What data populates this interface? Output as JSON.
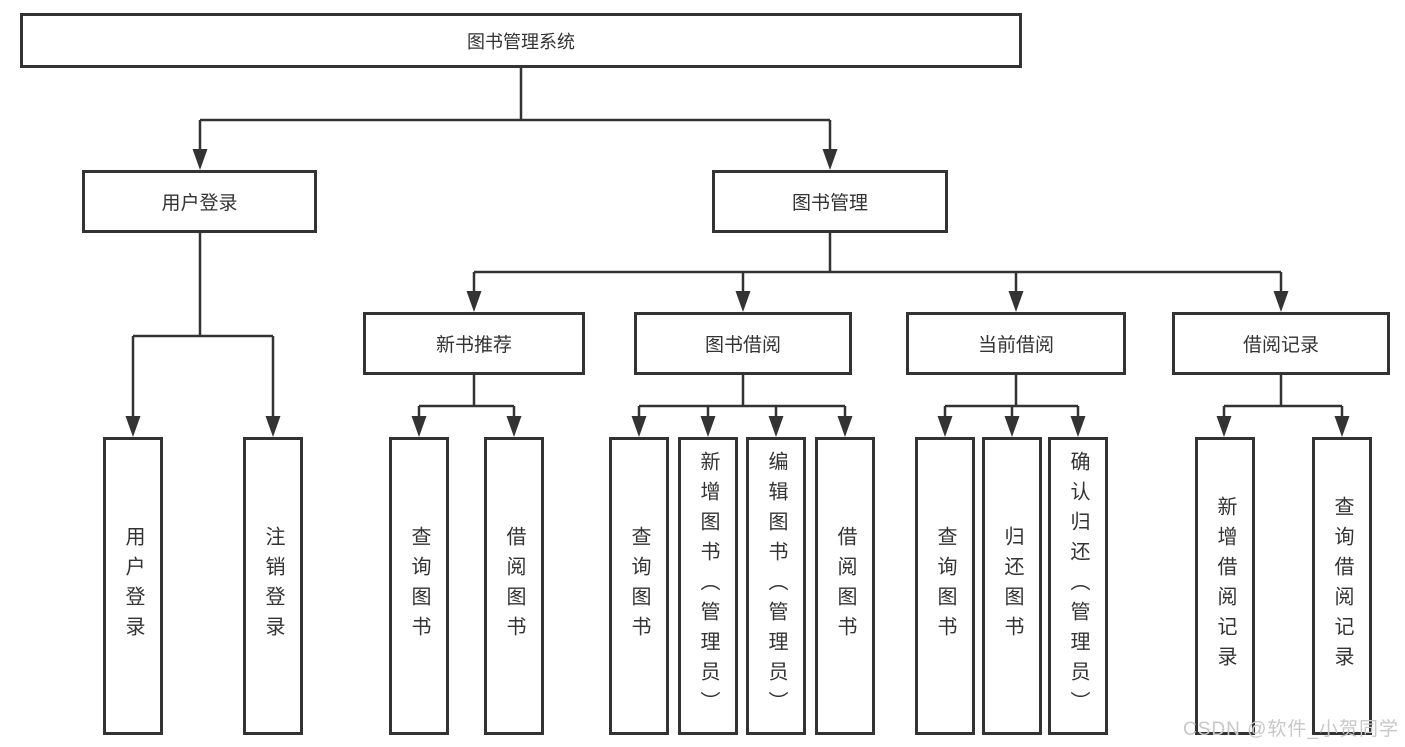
{
  "diagram": {
    "root": {
      "label": "图书管理系统",
      "children": [
        {
          "label": "用户登录",
          "children": [
            {
              "label": "用户登录"
            },
            {
              "label": "注销登录"
            }
          ]
        },
        {
          "label": "图书管理",
          "children": [
            {
              "label": "新书推荐",
              "children": [
                {
                  "label": "查询图书"
                },
                {
                  "label": "借阅图书"
                }
              ]
            },
            {
              "label": "图书借阅",
              "children": [
                {
                  "label": "查询图书"
                },
                {
                  "label": "新增图书（管理员）"
                },
                {
                  "label": "编辑图书（管理员）"
                },
                {
                  "label": "借阅图书"
                }
              ]
            },
            {
              "label": "当前借阅",
              "children": [
                {
                  "label": "查询图书"
                },
                {
                  "label": "归还图书"
                },
                {
                  "label": "确认归还（管理员）"
                }
              ]
            },
            {
              "label": "借阅记录",
              "children": [
                {
                  "label": "新增借阅记录"
                },
                {
                  "label": "查询借阅记录"
                }
              ]
            }
          ]
        }
      ]
    },
    "watermark": "CSDN @软件_小贺同学",
    "colors": {
      "line": "#333333",
      "border": "#333333",
      "text": "#333333",
      "background": "#ffffff",
      "watermark": "#c8c8c8"
    }
  }
}
